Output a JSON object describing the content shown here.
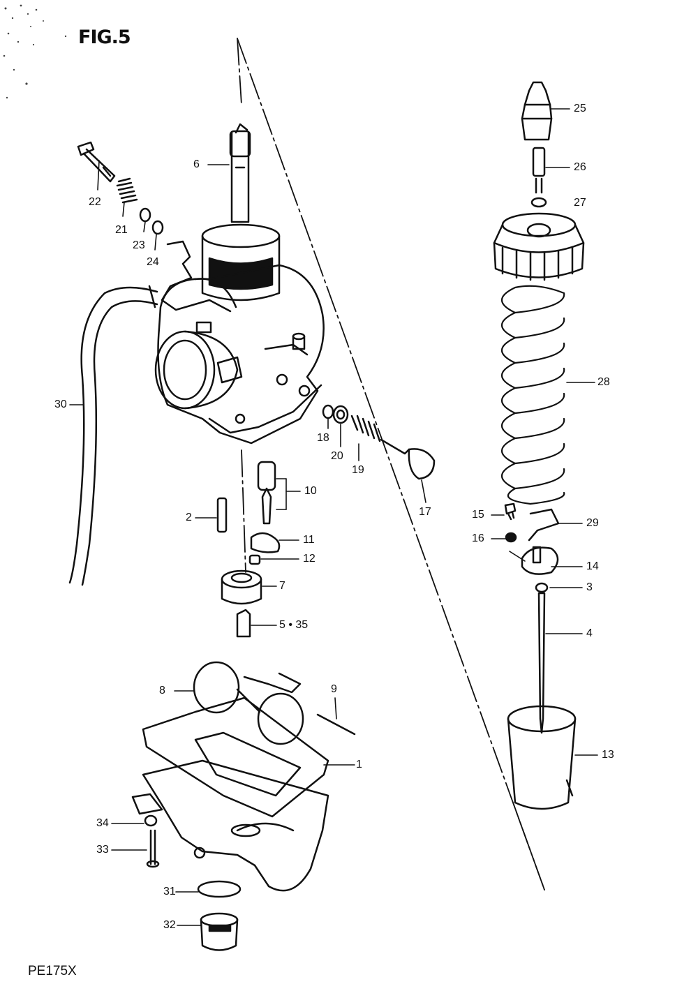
{
  "figure": {
    "title": "FIG.5",
    "model": "PE175X"
  },
  "callouts": {
    "p1": "1",
    "p2": "2",
    "p3": "3",
    "p4": "4",
    "p5_35": "5 • 35",
    "p6": "6",
    "p7": "7",
    "p8": "8",
    "p9": "9",
    "p10": "10",
    "p11": "11",
    "p12": "12",
    "p13": "13",
    "p14": "14",
    "p15": "15",
    "p16": "16",
    "p17": "17",
    "p18": "18",
    "p19": "19",
    "p20": "20",
    "p21": "21",
    "p22": "22",
    "p23": "23",
    "p24": "24",
    "p25": "25",
    "p26": "26",
    "p27": "27",
    "p28": "28",
    "p29": "29",
    "p30": "30",
    "p31": "31",
    "p32": "32",
    "p33": "33",
    "p34": "34"
  }
}
